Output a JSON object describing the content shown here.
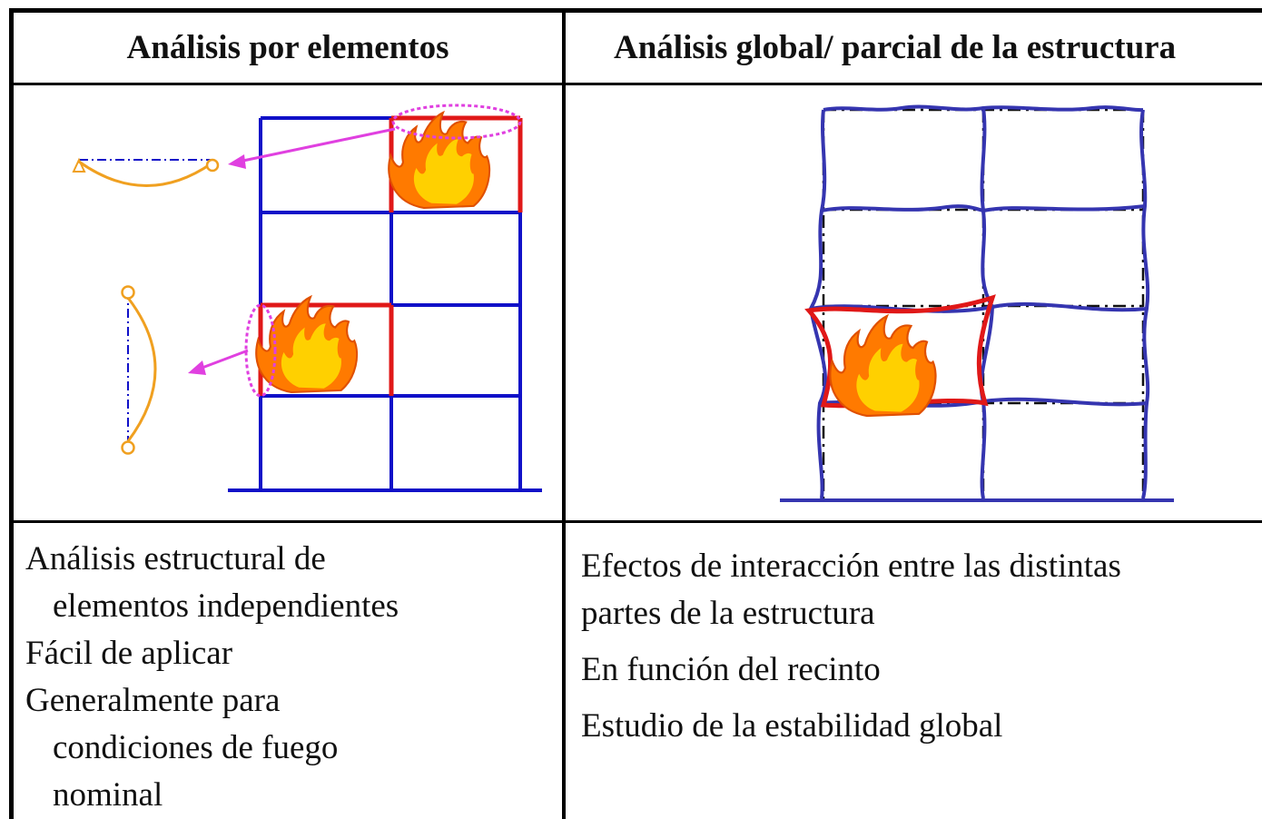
{
  "table": {
    "header_left": "Análisis por elementos",
    "header_right": "Análisis global/ parcial de la estructura"
  },
  "left_description": [
    "Análisis  estructural  de",
    "elementos  independientes",
    "Fácil de aplicar",
    "Generalmente  para",
    "condiciones  de  fuego",
    "nominal"
  ],
  "right_description": [
    "Efectos de interacción entre  las distintas",
    "partes de la estructura",
    "En función del recinto",
    "Estudio de la estabilidad global"
  ],
  "colors": {
    "frame": "#1010c8",
    "heated_member": "#e01818",
    "highlight": "#e040e0",
    "deformed": "#f0a020",
    "deformed_frame": "#3535b0",
    "flame_outer": "#ff7a00",
    "flame_inner": "#ffd000"
  }
}
